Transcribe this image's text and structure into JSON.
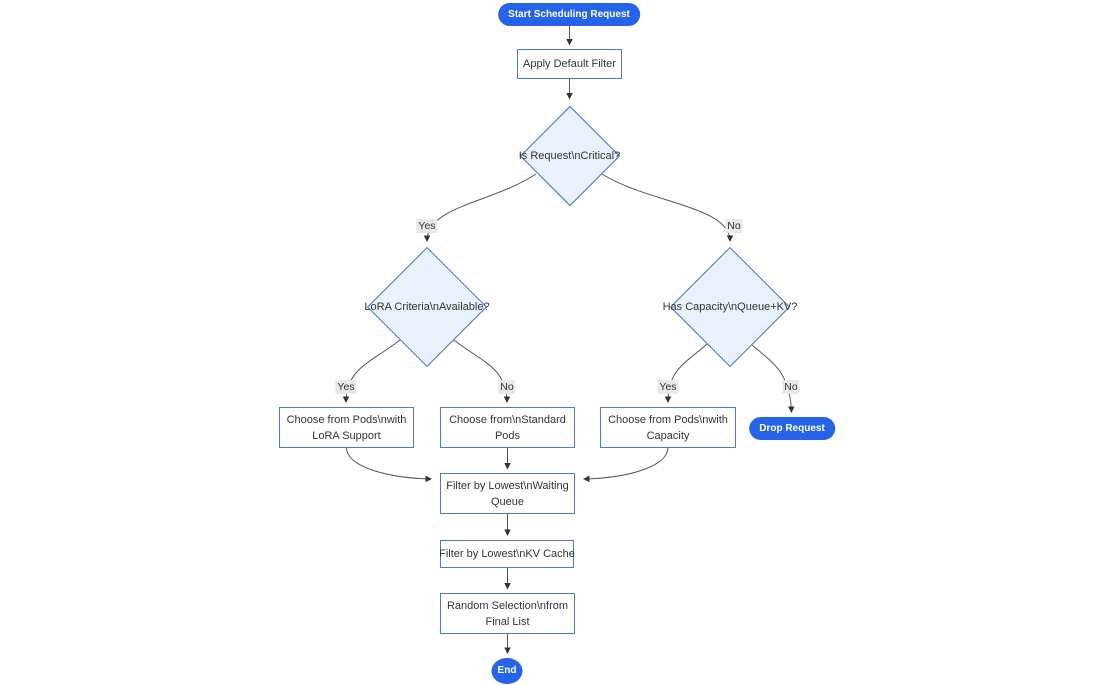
{
  "diagram": {
    "type": "flowchart",
    "direction": "top-down",
    "nodes": {
      "start": {
        "shape": "stadium",
        "label": "Start Scheduling Request",
        "lines": [
          "Start Scheduling Request"
        ]
      },
      "apply_default_filter": {
        "shape": "rect",
        "label": "Apply Default Filter",
        "lines": [
          "Apply Default Filter"
        ]
      },
      "is_critical": {
        "shape": "diamond",
        "label": "Is Request\\nCritical?",
        "lines": [
          "Is Request\\nCritical?"
        ]
      },
      "lora_available": {
        "shape": "diamond",
        "label": "LoRA Criteria\\nAvailable?",
        "lines": [
          "LoRA Criteria\\nAvailable?"
        ]
      },
      "has_capacity": {
        "shape": "diamond",
        "label": "Has Capacity\\nQueue+KV?",
        "lines": [
          "Has Capacity\\nQueue+KV?"
        ]
      },
      "choose_lora_pods": {
        "shape": "rect",
        "label": "Choose from Pods\\nwith LoRA Support",
        "lines": [
          "Choose from Pods\\nwith",
          "LoRA Support"
        ]
      },
      "choose_standard_pods": {
        "shape": "rect",
        "label": "Choose from\\nStandard Pods",
        "lines": [
          "Choose from\\nStandard",
          "Pods"
        ]
      },
      "choose_capacity_pods": {
        "shape": "rect",
        "label": "Choose from Pods\\nwith Capacity",
        "lines": [
          "Choose from Pods\\nwith",
          "Capacity"
        ]
      },
      "drop_request": {
        "shape": "stadium",
        "label": "Drop Request",
        "lines": [
          "Drop Request"
        ]
      },
      "filter_waiting_queue": {
        "shape": "rect",
        "label": "Filter by Lowest\\nWaiting Queue",
        "lines": [
          "Filter by Lowest\\nWaiting",
          "Queue"
        ]
      },
      "filter_kv_cache": {
        "shape": "rect",
        "label": "Filter by Lowest\\nKV Cache",
        "lines": [
          "Filter by Lowest\\nKV Cache"
        ]
      },
      "random_selection": {
        "shape": "rect",
        "label": "Random Selection\\nfrom Final List",
        "lines": [
          "Random Selection\\nfrom",
          "Final List"
        ]
      },
      "end": {
        "shape": "circle",
        "label": "End",
        "lines": [
          "End"
        ]
      }
    },
    "edges": [
      {
        "from": "start",
        "to": "apply_default_filter",
        "label": ""
      },
      {
        "from": "apply_default_filter",
        "to": "is_critical",
        "label": ""
      },
      {
        "from": "is_critical",
        "to": "lora_available",
        "label": "Yes"
      },
      {
        "from": "is_critical",
        "to": "has_capacity",
        "label": "No"
      },
      {
        "from": "lora_available",
        "to": "choose_lora_pods",
        "label": "Yes"
      },
      {
        "from": "lora_available",
        "to": "choose_standard_pods",
        "label": "No"
      },
      {
        "from": "has_capacity",
        "to": "choose_capacity_pods",
        "label": "Yes"
      },
      {
        "from": "has_capacity",
        "to": "drop_request",
        "label": "No"
      },
      {
        "from": "choose_lora_pods",
        "to": "filter_waiting_queue",
        "label": ""
      },
      {
        "from": "choose_standard_pods",
        "to": "filter_waiting_queue",
        "label": ""
      },
      {
        "from": "choose_capacity_pods",
        "to": "filter_waiting_queue",
        "label": ""
      },
      {
        "from": "filter_waiting_queue",
        "to": "filter_kv_cache",
        "label": ""
      },
      {
        "from": "filter_kv_cache",
        "to": "random_selection",
        "label": ""
      },
      {
        "from": "random_selection",
        "to": "end",
        "label": ""
      }
    ],
    "colors": {
      "process_fill": "#ffffff",
      "process_border": "#4a7bd8",
      "decision_fill": "#e9f2fc",
      "decision_border": "#3b6fd4",
      "terminal_fill": "#2563eb",
      "terminal_text": "#ffffff",
      "edge": "#555555",
      "edge_label_bg": "#e8e8e8",
      "text": "#333333"
    }
  }
}
